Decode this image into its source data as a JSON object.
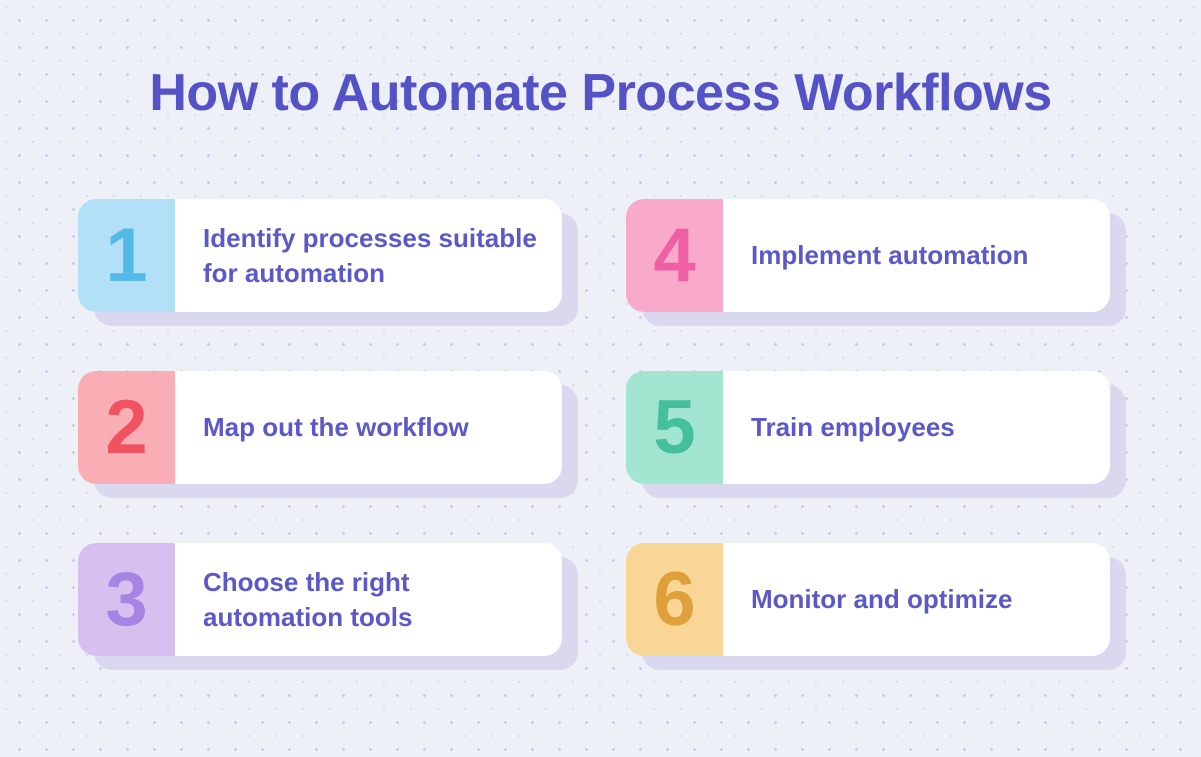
{
  "title": "How to Automate Process Workflows",
  "theme": {
    "background": "#eef0f8",
    "dot_color": "#c9c9e8",
    "dot_color_alt": "#dcdcf1",
    "title_color": "#5452c6",
    "card_text_color": "#5b59c9",
    "card_background": "#ffffff",
    "card_shadow_color": "#d9d8ee"
  },
  "cards": [
    {
      "number": "1",
      "label": "Identify processes suitable for automation",
      "block_color": "#b2e0f6",
      "number_color": "#53b9e9"
    },
    {
      "number": "2",
      "label": "Map out the workflow",
      "block_color": "#f9aeb6",
      "number_color": "#f0525f"
    },
    {
      "number": "3",
      "label": "Choose the right automation tools",
      "block_color": "#d7c0f0",
      "number_color": "#a584e3"
    },
    {
      "number": "4",
      "label": "Implement automation",
      "block_color": "#f9a9ca",
      "number_color": "#ee5fa4"
    },
    {
      "number": "5",
      "label": "Train employees",
      "block_color": "#a2e5d0",
      "number_color": "#45bf9c"
    },
    {
      "number": "6",
      "label": "Monitor and optimize",
      "block_color": "#f9d596",
      "number_color": "#dfa03b"
    }
  ]
}
